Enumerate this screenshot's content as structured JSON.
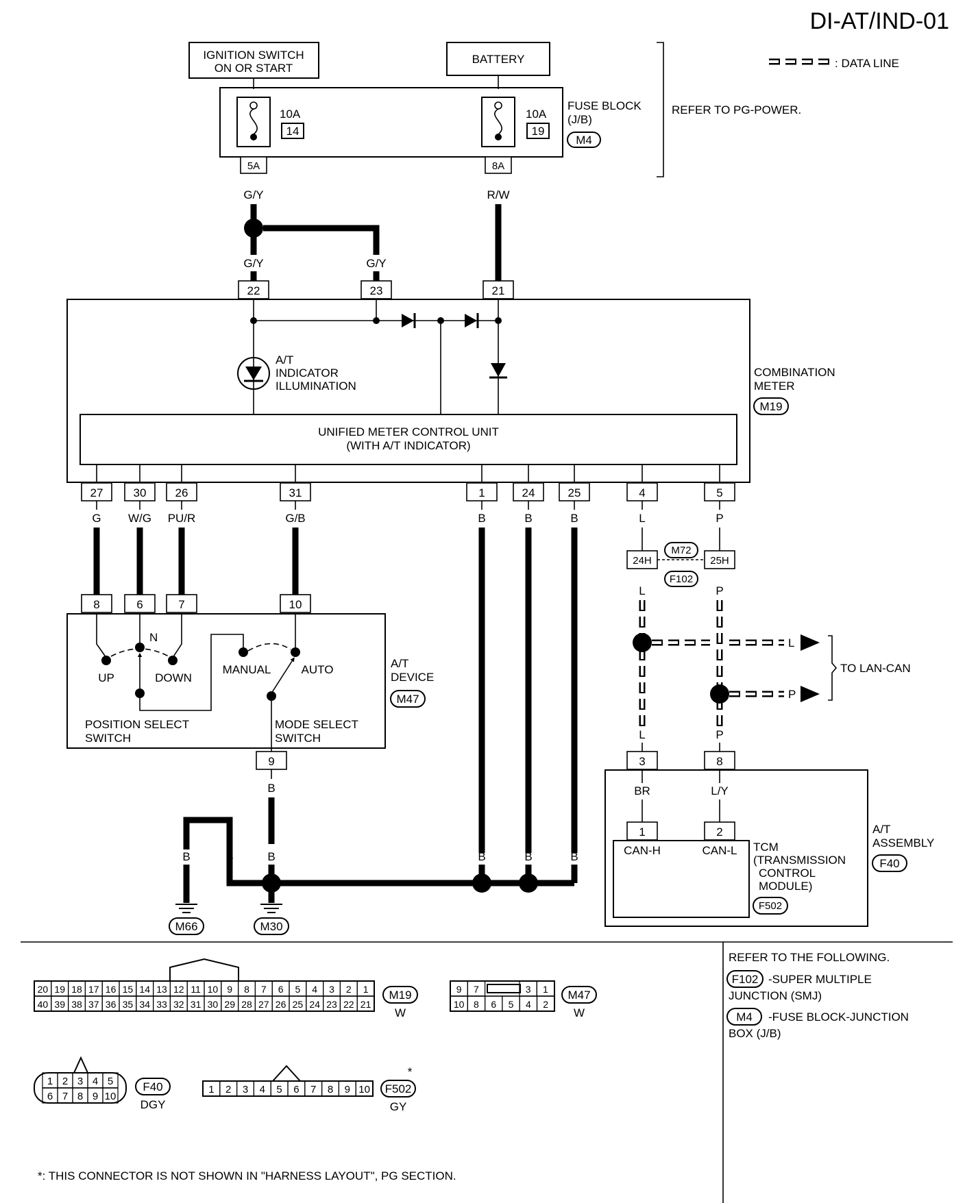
{
  "title": "DI-AT/IND-01",
  "legend": {
    "data_line": ": DATA LINE"
  },
  "power": {
    "ignition": [
      "IGNITION SWITCH",
      "ON OR START"
    ],
    "battery": "BATTERY",
    "fuse_left": {
      "amps": "10A",
      "num": "14",
      "term": "5A",
      "wire": "G/Y"
    },
    "fuse_right": {
      "amps": "10A",
      "num": "19",
      "term": "8A",
      "wire": "R/W"
    },
    "fuse_block": [
      "FUSE BLOCK",
      "(J/B)"
    ],
    "fuse_block_conn": "M4",
    "refer": "REFER TO PG-POWER."
  },
  "combination_meter": {
    "label": [
      "COMBINATION",
      "METER"
    ],
    "conn": "M19",
    "top_pins": [
      {
        "pin": "22",
        "wire": "G/Y"
      },
      {
        "pin": "23",
        "wire": "G/Y"
      },
      {
        "pin": "21",
        "wire": "R/W"
      }
    ],
    "top_wire_upper": "G/Y",
    "indicator": [
      "A/T",
      "INDICATOR",
      "ILLUMINATION"
    ],
    "unit": [
      "UNIFIED METER CONTROL UNIT",
      "(WITH A/T INDICATOR)"
    ],
    "bottom_pins": [
      {
        "pin": "27",
        "wire": "G"
      },
      {
        "pin": "30",
        "wire": "W/G"
      },
      {
        "pin": "26",
        "wire": "PU/R"
      },
      {
        "pin": "31",
        "wire": "G/B"
      },
      {
        "pin": "1",
        "wire": "B"
      },
      {
        "pin": "24",
        "wire": "B"
      },
      {
        "pin": "25",
        "wire": "B"
      },
      {
        "pin": "4",
        "wire": "L"
      },
      {
        "pin": "5",
        "wire": "P"
      }
    ]
  },
  "smj": {
    "conn_a": "M72",
    "conn_b": "F102",
    "pin_l": "24H",
    "pin_p": "25H",
    "wire_l": "L",
    "wire_p": "P"
  },
  "at_device": {
    "label": [
      "A/T",
      "DEVICE"
    ],
    "conn": "M47",
    "pins": [
      "8",
      "6",
      "7",
      "10"
    ],
    "n": "N",
    "up": "UP",
    "down": "DOWN",
    "manual": "MANUAL",
    "auto": "AUTO",
    "position_switch": [
      "POSITION SELECT",
      "SWITCH"
    ],
    "mode_switch": [
      "MODE SELECT",
      "SWITCH"
    ],
    "ground_pin": "9",
    "ground_wire": "B"
  },
  "lan": {
    "l": "L",
    "p": "P",
    "to": "TO LAN-CAN",
    "wire_l_low": "L",
    "wire_p_low": "P"
  },
  "at_assembly": {
    "label": [
      "A/T",
      "ASSEMBLY"
    ],
    "conn": "F40",
    "pins": [
      {
        "pin": "3",
        "wire": "BR"
      },
      {
        "pin": "8",
        "wire": "L/Y"
      }
    ],
    "tcm_pins": [
      "1",
      "2"
    ],
    "can_h": "CAN-H",
    "can_l": "CAN-L",
    "tcm": [
      "TCM",
      "(TRANSMISSION",
      "CONTROL",
      "MODULE)"
    ],
    "tcm_conn": "F502"
  },
  "grounds": {
    "wires": [
      "B",
      "B",
      "B",
      "B",
      "B",
      "B"
    ],
    "m66": "M66",
    "m30": "M30"
  },
  "connectors": {
    "m19": {
      "top": [
        "20",
        "19",
        "18",
        "17",
        "16",
        "15",
        "14",
        "13",
        "12",
        "11",
        "10",
        "9",
        "8",
        "7",
        "6",
        "5",
        "4",
        "3",
        "2",
        "1"
      ],
      "bottom": [
        "40",
        "39",
        "38",
        "37",
        "36",
        "35",
        "34",
        "33",
        "32",
        "31",
        "30",
        "29",
        "28",
        "27",
        "26",
        "25",
        "24",
        "23",
        "22",
        "21"
      ],
      "name": "M19",
      "color": "W"
    },
    "m47": {
      "top_left": [
        "9",
        "7"
      ],
      "top_right": [
        "3",
        "1"
      ],
      "bottom": [
        "10",
        "8",
        "6",
        "5",
        "4",
        "2"
      ],
      "name": "M47",
      "color": "W"
    },
    "f40": {
      "top": [
        "1",
        "2",
        "3",
        "4",
        "5"
      ],
      "bottom": [
        "6",
        "7",
        "8",
        "9",
        "10"
      ],
      "name": "F40",
      "color": "DGY"
    },
    "f502": {
      "pins": [
        "1",
        "2",
        "3",
        "4",
        "5",
        "6",
        "7",
        "8",
        "9",
        "10"
      ],
      "name": "F502",
      "color": "GY",
      "star": "*"
    }
  },
  "refer_following": {
    "title": "REFER TO THE FOLLOWING.",
    "items": [
      {
        "conn": "F102",
        "text": [
          "-SUPER MULTIPLE",
          "JUNCTION (SMJ)"
        ]
      },
      {
        "conn": "M4",
        "text": [
          "-FUSE BLOCK-JUNCTION",
          "BOX (J/B)"
        ]
      }
    ]
  },
  "footnote": "*: THIS CONNECTOR IS NOT SHOWN IN \"HARNESS LAYOUT\", PG SECTION."
}
